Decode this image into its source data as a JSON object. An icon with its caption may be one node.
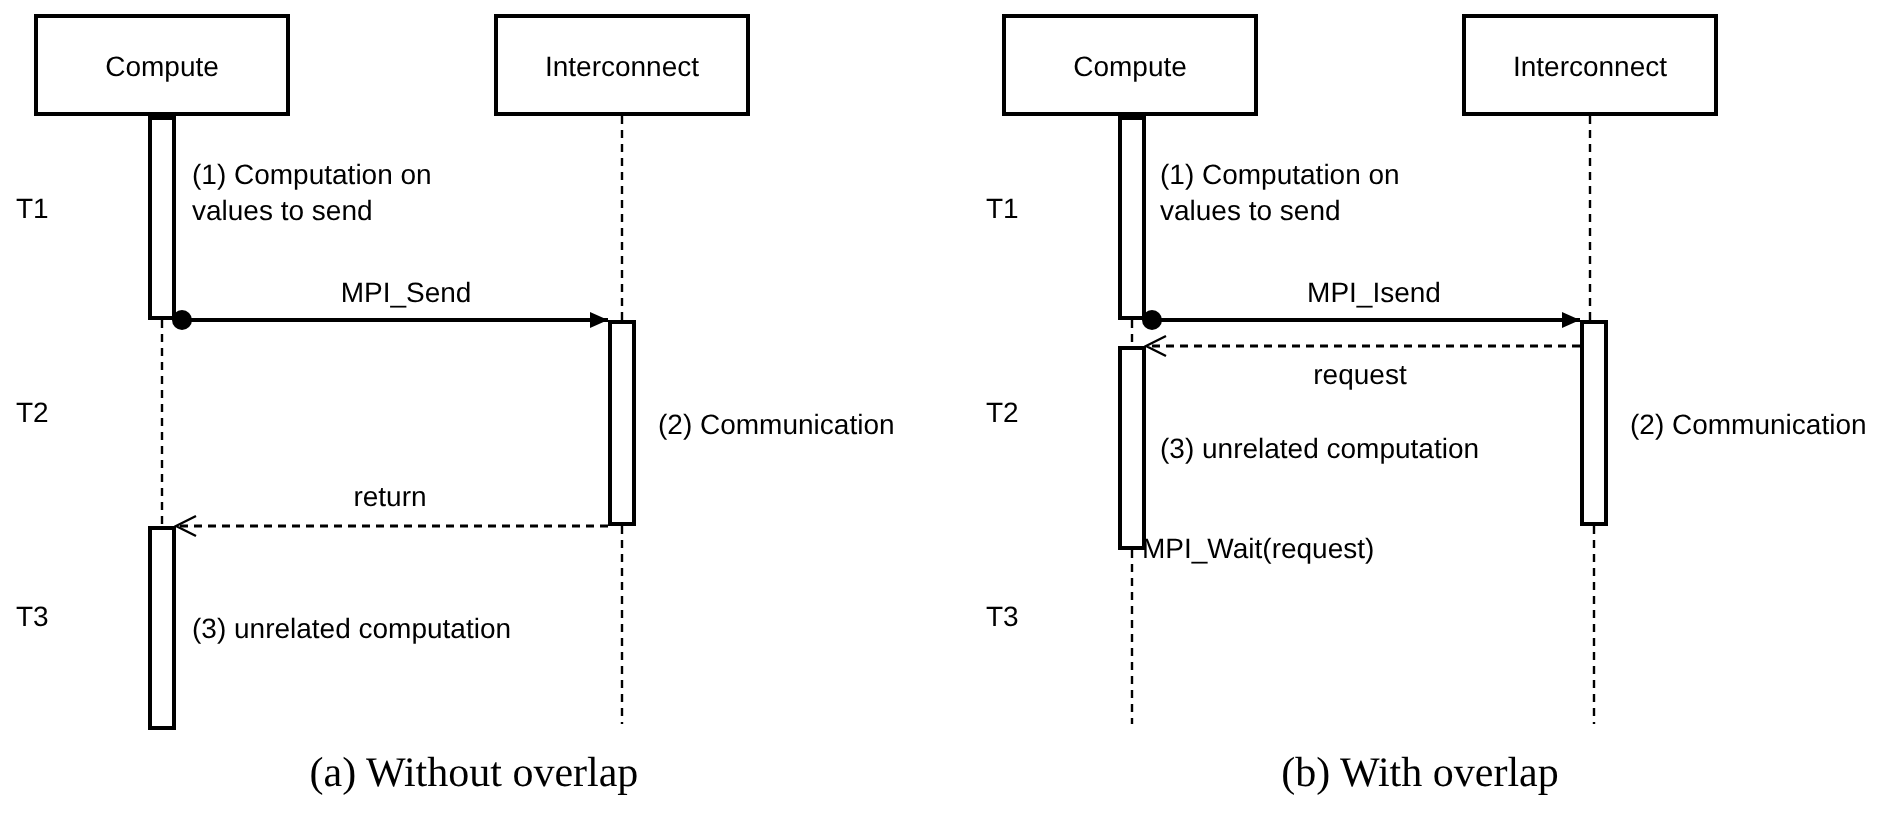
{
  "diagram": {
    "nodes": [
      {
        "text": [
          "Compute"
        ]
      },
      {
        "text": [
          "Interconnect"
        ]
      },
      {
        "text": [],
        "shape": "bar",
        "beside": [
          "(1) Computation on values to send"
        ]
      },
      {
        "text": [],
        "shape": "bar",
        "beside": [
          "(2) Communication"
        ]
      },
      {
        "text": [],
        "shape": "bar",
        "beside": [
          "(3) unrelated computation"
        ]
      },
      {
        "text": [
          "Compute"
        ]
      },
      {
        "text": [
          "Interconnect"
        ]
      },
      {
        "text": [],
        "shape": "bar",
        "beside": [
          "(1) Computation on values to send"
        ]
      },
      {
        "text": [],
        "shape": "bar",
        "beside": [
          "(2) Communication"
        ]
      },
      {
        "text": [],
        "shape": "bar",
        "beside": [
          "(3) unrelated computation",
          "MPI_Wait(request)"
        ]
      }
    ],
    "edges": [
      {
        "from": 2,
        "to": 3,
        "arrow": "to",
        "label": "MPI_Send"
      },
      {
        "from": 3,
        "to": 4,
        "arrow": "to",
        "label": "return",
        "style": "dashed"
      },
      {
        "from": 1,
        "to": 3,
        "arrow": "none",
        "style": "dashed"
      },
      {
        "from": 3,
        "to": null,
        "arrow": "none",
        "style": "dashed"
      },
      {
        "from": 2,
        "to": 4,
        "arrow": "none",
        "style": "dashed"
      },
      {
        "from": 7,
        "to": 8,
        "arrow": "to",
        "label": "MPI_Isend"
      },
      {
        "from": 8,
        "to": 9,
        "arrow": "to",
        "label": "request",
        "style": "dashed"
      },
      {
        "from": 6,
        "to": 8,
        "arrow": "none",
        "style": "dashed"
      },
      {
        "from": 8,
        "to": null,
        "arrow": "none",
        "style": "dashed"
      },
      {
        "from": 7,
        "to": 9,
        "arrow": "none",
        "style": "dashed"
      },
      {
        "from": 9,
        "to": null,
        "arrow": "none",
        "style": "dashed"
      }
    ],
    "labels": [
      "T1",
      "T2",
      "T3",
      "T1",
      "T2",
      "T3",
      "(a) Without overlap",
      "(b) With overlap"
    ]
  }
}
